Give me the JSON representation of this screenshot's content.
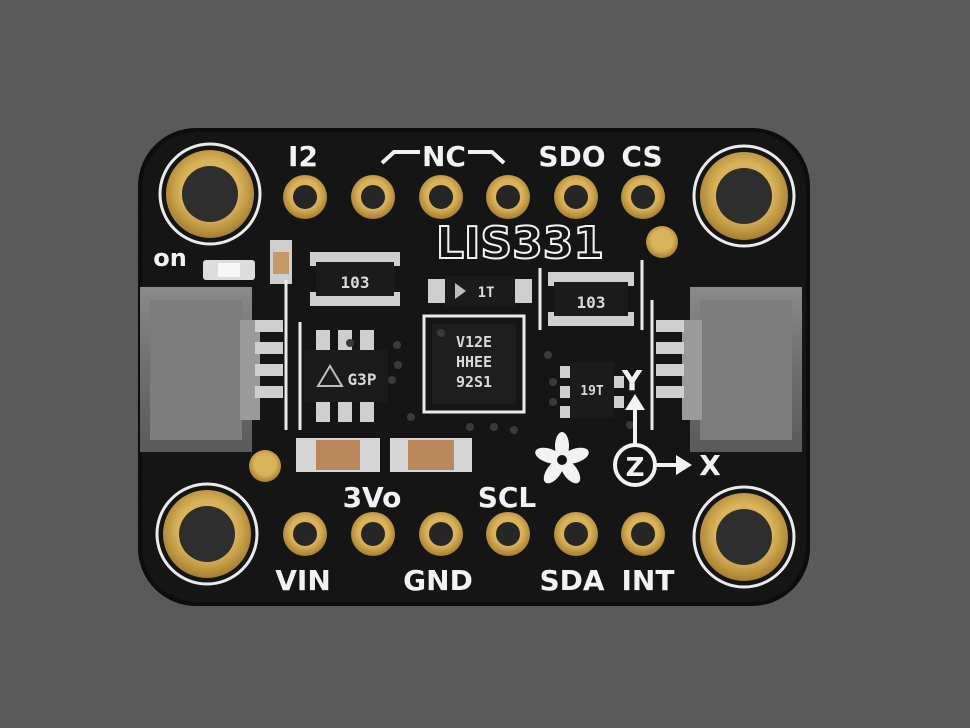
{
  "board": {
    "title": "LIS331",
    "top_pins": [
      "I2",
      "NC",
      "SDO",
      "CS"
    ],
    "bottom_pins": [
      "VIN",
      "3Vo",
      "GND",
      "SCL",
      "SDA",
      "INT"
    ],
    "power_label": "on",
    "axes": {
      "y": "Y",
      "z": "Z",
      "x": "X"
    },
    "chips": {
      "accel_line1": "V12E",
      "accel_line2": "HHEE",
      "accel_line3": "92S1",
      "regulator": "G3P",
      "resistor_left": "103",
      "resistor_right": "103",
      "transistor": "1T",
      "fet": "19T"
    }
  },
  "colors": {
    "pcb": "#131313",
    "gold": "#c9a24a",
    "silkscreen": "#f2f2f2",
    "background": "#5a5a5a"
  }
}
